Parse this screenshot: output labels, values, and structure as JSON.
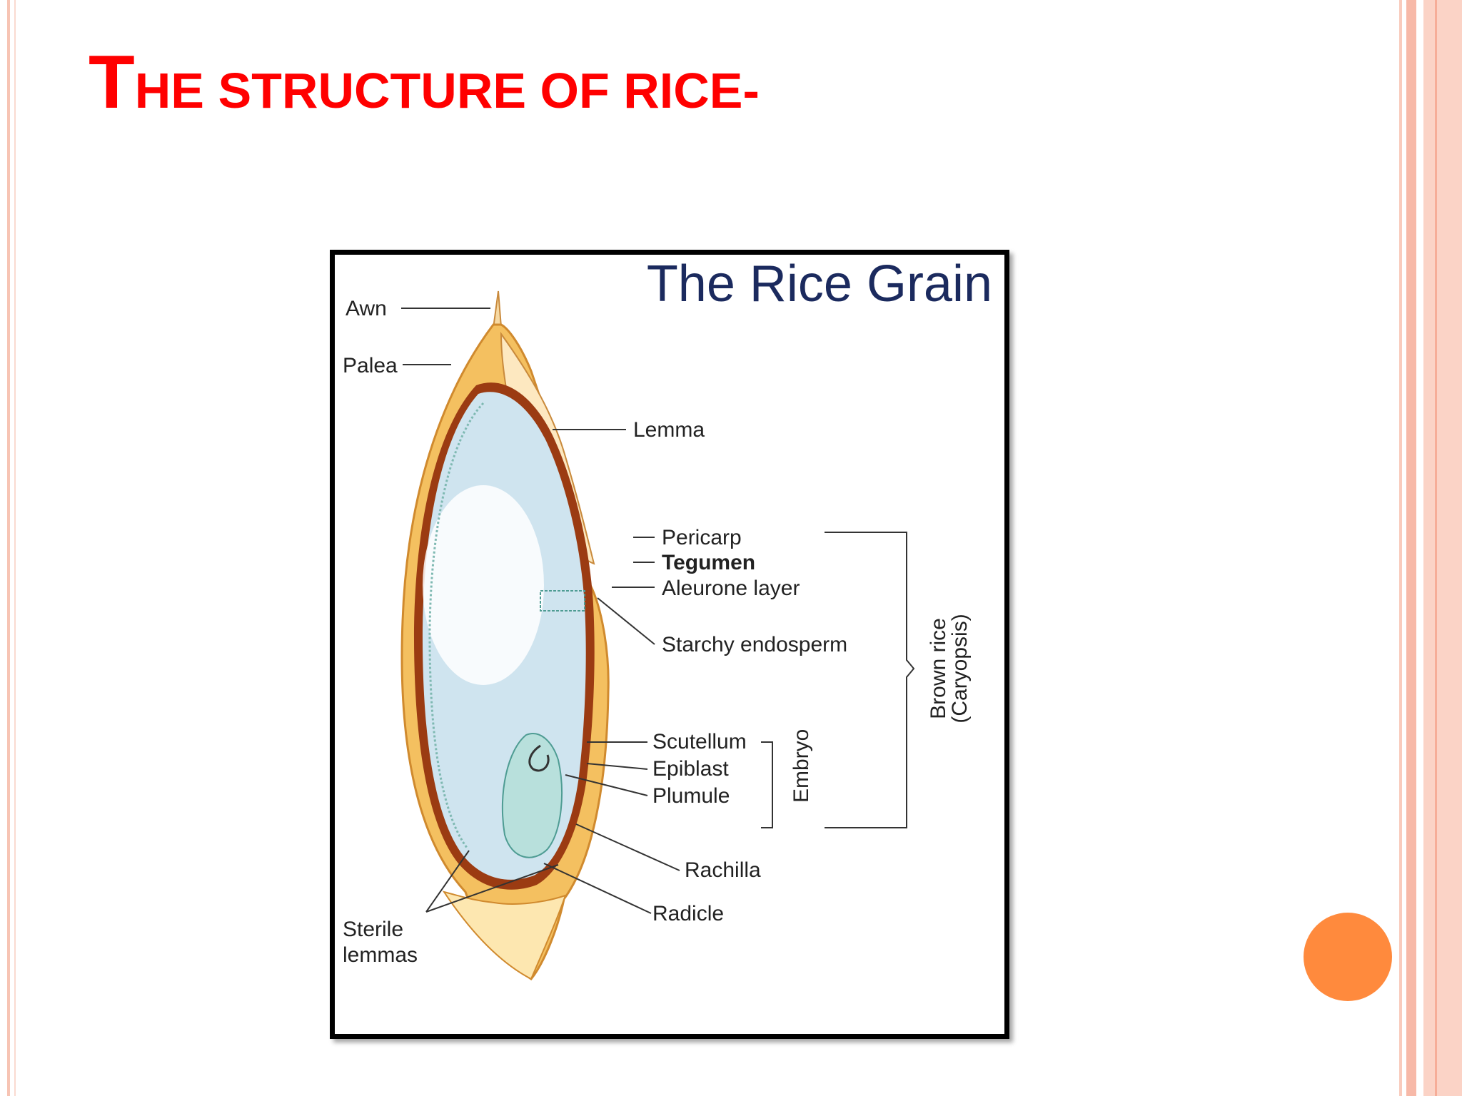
{
  "slide": {
    "title_first": "T",
    "title_rest": "HE STRUCTURE OF RICE-"
  },
  "diagram": {
    "title": "The Rice Grain",
    "labels": {
      "awn": "Awn",
      "palea": "Palea",
      "lemma": "Lemma",
      "pericarp": "Pericarp",
      "tegumen": "Tegumen",
      "aleurone": "Aleurone layer",
      "starchy": "Starchy endosperm",
      "scutellum": "Scutellum",
      "epiblast": "Epiblast",
      "plumule": "Plumule",
      "embryo": "Embryo",
      "brown_rice": "Brown rice",
      "caryopsis": "(Caryopsis)",
      "rachilla": "Rachilla",
      "radicle": "Radicle",
      "sterile_1": "Sterile",
      "sterile_2": "lemmas"
    }
  },
  "colors": {
    "title": "#ff0000",
    "accent_dot": "#ff8a3d",
    "edge_pink": "#f7b9a8",
    "hull": "#f4c060",
    "endosperm": "#cfe4ef",
    "seed_coat": "#9b3b12",
    "diagram_title": "#1b2a5e"
  }
}
